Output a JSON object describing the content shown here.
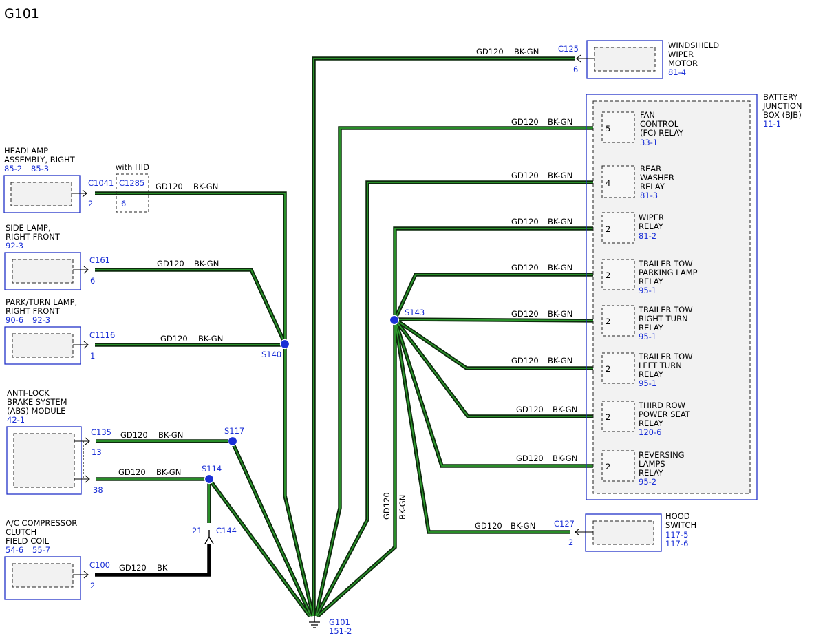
{
  "title": "G101",
  "ground": {
    "name": "G101",
    "ref": "151-2"
  },
  "components": {
    "headlamp": {
      "name_line1": "HEADLAMP",
      "name_line2": "ASSEMBLY, RIGHT",
      "ref1": "85-2",
      "ref2": "85-3",
      "connector": "C1041",
      "pin": "2"
    },
    "inline_hid": {
      "label": "with HID",
      "connector": "C1285",
      "pin": "6"
    },
    "sidelamp": {
      "name_line1": "SIDE LAMP,",
      "name_line2": "RIGHT FRONT",
      "ref1": "92-3",
      "connector": "C161",
      "pin": "6"
    },
    "parkturn": {
      "name_line1": "PARK/TURN LAMP,",
      "name_line2": "RIGHT FRONT",
      "ref1": "90-6",
      "ref2": "92-3",
      "connector": "C1116",
      "pin": "1"
    },
    "abs": {
      "name_line1": "ANTI-LOCK",
      "name_line2": "BRAKE SYSTEM",
      "name_line3": "(ABS) MODULE",
      "ref1": "42-1",
      "connector": "C135",
      "pin1": "13",
      "pin2": "38"
    },
    "ac": {
      "name_line1": "A/C COMPRESSOR",
      "name_line2": "CLUTCH",
      "name_line3": "FIELD COIL",
      "ref1": "54-6",
      "ref2": "55-7",
      "connector": "C100",
      "pin": "2"
    },
    "inline_c144": {
      "connector": "C144",
      "pin": "21"
    },
    "wiper_motor": {
      "name_line1": "WINDSHIELD",
      "name_line2": "WIPER",
      "name_line3": "MOTOR",
      "ref1": "81-4",
      "connector": "C125",
      "pin": "6"
    },
    "bjb": {
      "name_line1": "BATTERY",
      "name_line2": "JUNCTION",
      "name_line3": "BOX (BJB)",
      "ref1": "11-1"
    },
    "hood": {
      "name_line1": "HOOD",
      "name_line2": "SWITCH",
      "ref1": "117-5",
      "ref2": "117-6",
      "connector": "C127",
      "pin": "2"
    }
  },
  "relays": [
    {
      "pin": "5",
      "line1": "FAN",
      "line2": "CONTROL",
      "line3": "(FC) RELAY",
      "ref": "33-1"
    },
    {
      "pin": "4",
      "line1": "REAR",
      "line2": "WASHER",
      "line3": "RELAY",
      "ref": "81-3"
    },
    {
      "pin": "2",
      "line1": "WIPER",
      "line2": "RELAY",
      "line3": "",
      "ref": "81-2"
    },
    {
      "pin": "2",
      "line1": "TRAILER TOW",
      "line2": "PARKING LAMP",
      "line3": "RELAY",
      "ref": "95-1"
    },
    {
      "pin": "2",
      "line1": "TRAILER TOW",
      "line2": "RIGHT TURN",
      "line3": "RELAY",
      "ref": "95-1"
    },
    {
      "pin": "2",
      "line1": "TRAILER TOW",
      "line2": "LEFT TURN",
      "line3": "RELAY",
      "ref": "95-1"
    },
    {
      "pin": "2",
      "line1": "THIRD ROW",
      "line2": "POWER SEAT",
      "line3": "RELAY",
      "ref": "120-6"
    },
    {
      "pin": "2",
      "line1": "REVERSING",
      "line2": "LAMPS",
      "line3": "RELAY",
      "ref": "95-2"
    }
  ],
  "splices": {
    "s140": "S140",
    "s117": "S117",
    "s114": "S114",
    "s143": "S143"
  },
  "wire": {
    "circuit": "GD120",
    "color": "BK-GN",
    "color_bk": "BK"
  },
  "colors": {
    "connector_blue": "#1a2fd6",
    "wire_dark": "#0d2a0d",
    "wire_stripe": "#2c9a2c"
  }
}
